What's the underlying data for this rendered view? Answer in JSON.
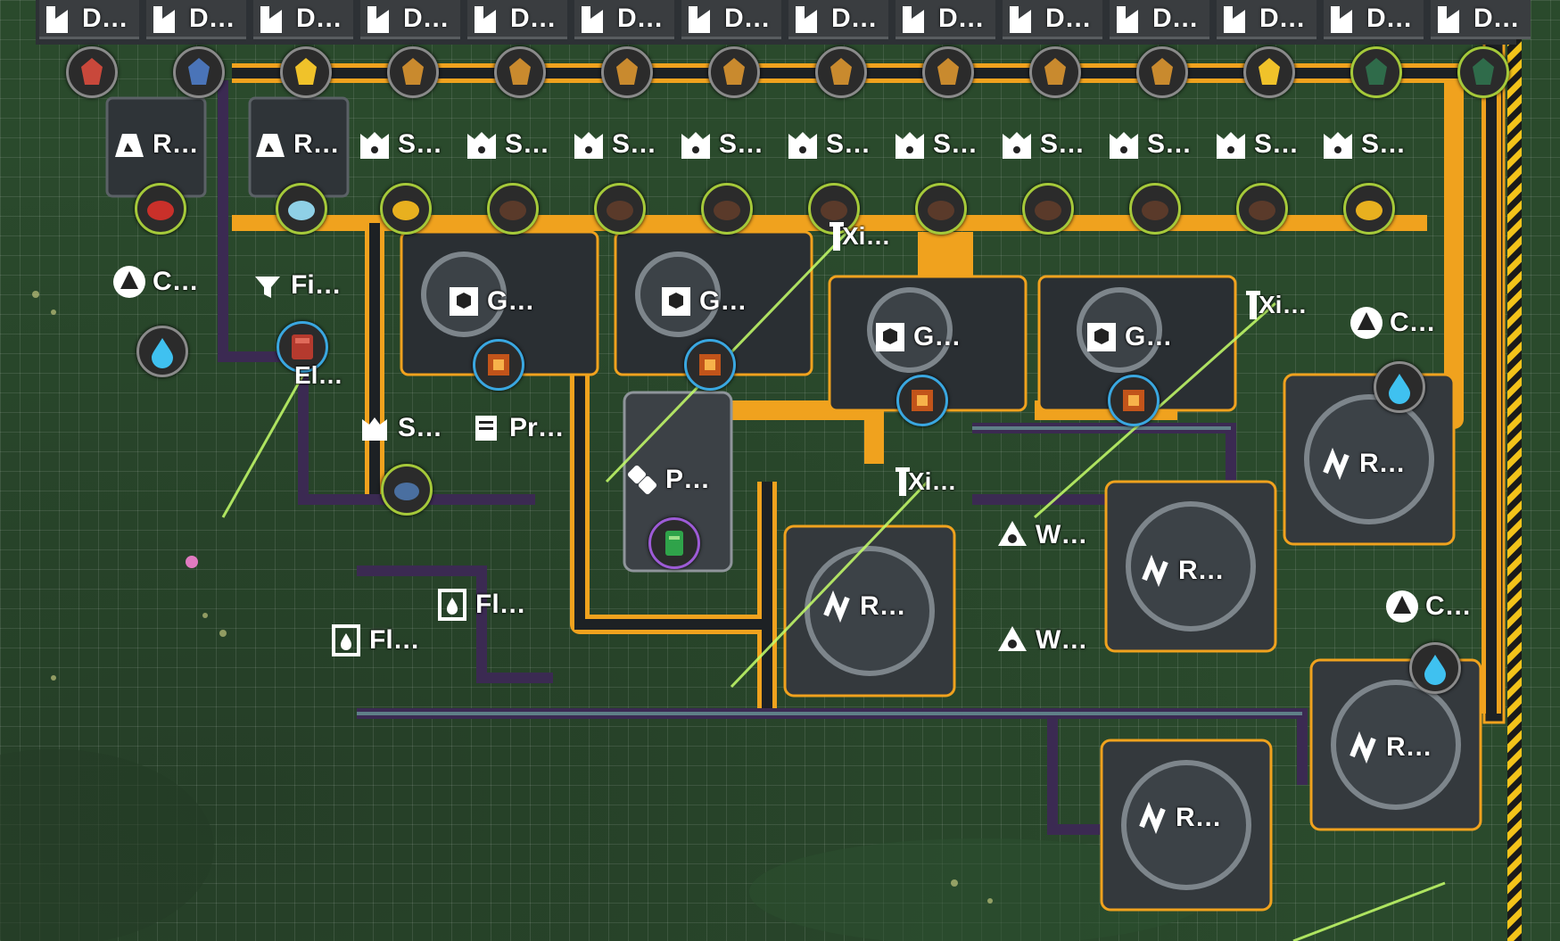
{
  "colors": {
    "belt": "#f0a21e",
    "pipe": "#3b2a52",
    "frame": "#2e3236",
    "grass": "#2a4a2c",
    "ring_green": "#a5c93a",
    "ring_blue": "#3aa7e0",
    "ring_purple": "#9d5bd6",
    "laser": "#c6ff6a"
  },
  "top_labels": [
    "D…",
    "D…",
    "D…",
    "D…",
    "D…",
    "D…",
    "D…",
    "D…",
    "D…",
    "D…",
    "D…",
    "D…",
    "D…",
    "D…"
  ],
  "top_items": [
    "red-crystal-icon",
    "blue-crystal-icon",
    "yellow-flower-icon",
    "ore-chunk-icon",
    "ore-chunk-icon",
    "ore-chunk-icon",
    "ore-chunk-icon",
    "ore-chunk-icon",
    "ore-chunk-icon",
    "ore-chunk-icon",
    "ore-chunk-icon",
    "yellow-flower-icon",
    "green-plant-icon",
    "green-plant-icon"
  ],
  "row2_labels": [
    "R…",
    "R…",
    "S…",
    "S…",
    "S…",
    "S…",
    "S…",
    "S…",
    "S…",
    "S…",
    "S…",
    "S…"
  ],
  "row2_items": [
    "red-crystal-icon",
    "ice-crystal-icon",
    "yellow-powder-icon",
    "dark-ore-icon",
    "dark-ore-icon",
    "dark-ore-icon",
    "dark-ore-icon",
    "dark-ore-icon",
    "dark-ore-icon",
    "dark-ore-icon",
    "dark-ore-icon",
    "yellow-powder-icon"
  ],
  "labels": {
    "c_left": "C…",
    "fi": "Fi…",
    "el": "El…",
    "s_mid": "S…",
    "pr": "Pr…",
    "p": "P…",
    "g1": "G…",
    "g2": "G…",
    "g3": "G…",
    "g4": "G…",
    "xi1": "Xi…",
    "xi2": "Xi…",
    "xi3": "Xi…",
    "c_right1": "C…",
    "c_right2": "C…",
    "w1": "W…",
    "w2": "W…",
    "r1": "R…",
    "r2": "R…",
    "r3": "R…",
    "r4": "R…",
    "r5": "R…",
    "fl1": "Fl…",
    "fl2": "Fl…"
  }
}
